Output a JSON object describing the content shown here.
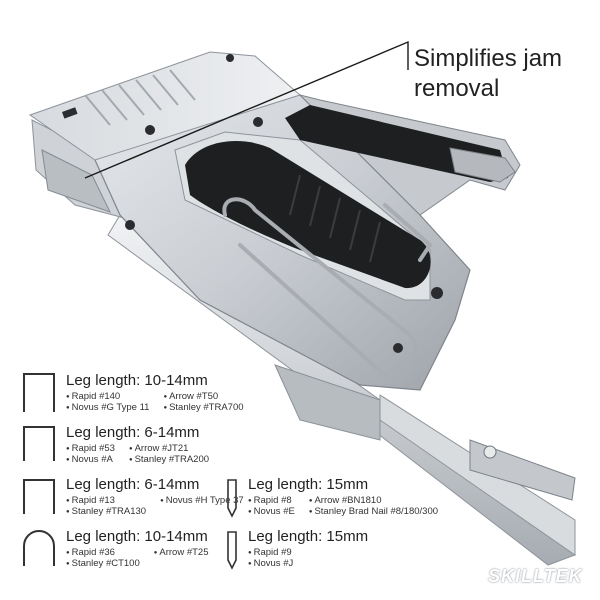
{
  "callout": {
    "line1": "Simplifies jam",
    "line2": "removal"
  },
  "specs": [
    {
      "shape": "square-staple",
      "title": "Leg length: 10-14mm",
      "brands": [
        "Rapid #140",
        "Arrow #T50",
        "Novus #G Type 11",
        "Stanley #TRA700"
      ]
    },
    {
      "shape": "narrow-staple",
      "title": "Leg length: 6-14mm",
      "brands": [
        "Rapid #53",
        "Arrow #JT21",
        "Novus #A",
        "Stanley #TRA200"
      ]
    },
    {
      "shape": "narrow-staple",
      "title": "Leg length: 6-14mm",
      "brands": [
        "Rapid #13",
        "Novus #H Type 37",
        "Stanley #TRA130"
      ]
    },
    {
      "shape": "brad-nail",
      "title": "Leg length: 15mm",
      "brands": [
        "Rapid #8",
        "Arrow #BN1810",
        "Novus #E",
        "Stanley Brad Nail #8/180/300"
      ]
    },
    {
      "shape": "round-staple",
      "title": "Leg length: 10-14mm",
      "brands": [
        "Rapid #36",
        "Arrow #T25",
        "Stanley #CT100"
      ]
    },
    {
      "shape": "brad-nail",
      "title": "Leg length: 15mm",
      "brands": [
        "Rapid #9",
        "Novus #J"
      ]
    }
  ],
  "logo": "SKILLTEK",
  "colors": {
    "metal": "#c9cdd2",
    "metal_light": "#e3e6e9",
    "metal_dark": "#8e949b",
    "grip_black": "#1e1f21",
    "grip_grey": "#b5b9be",
    "wire": "#a9adb2"
  }
}
